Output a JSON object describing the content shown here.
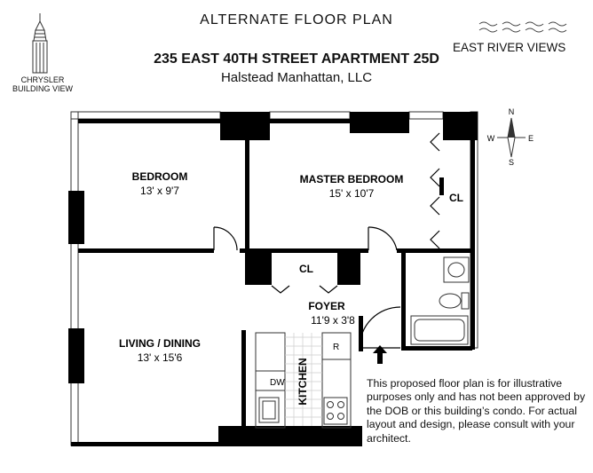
{
  "header": {
    "title": "ALTERNATE FLOOR PLAN",
    "address": "235 EAST 40TH STREET APARTMENT 25D",
    "firm": "Halstead Manhattan, LLC"
  },
  "views": {
    "chrysler_line1": "CHRYSLER",
    "chrysler_line2": "BUILDING VIEW",
    "river": "EAST RIVER VIEWS"
  },
  "compass": {
    "n": "N",
    "e": "E",
    "s": "S",
    "w": "W"
  },
  "rooms": {
    "bedroom": {
      "name": "BEDROOM",
      "dims": "13' x 9'7"
    },
    "master_bedroom": {
      "name": "MASTER BEDROOM",
      "dims": "15' x 10'7"
    },
    "living": {
      "name": "LIVING / DINING",
      "dims": "13' x 15'6"
    },
    "foyer": {
      "name": "FOYER",
      "dims": "11'9 x 3'8"
    },
    "kitchen": {
      "name": "KITCHEN"
    },
    "closet_master": "CL",
    "closet_foyer": "CL",
    "dishwasher": "DW",
    "refrigerator": "R"
  },
  "disclaimer": "This proposed floor plan is for illustrative purposes only and has not been approved by the DOB or this building’s condo. For actual layout and design, please consult with your architect."
}
